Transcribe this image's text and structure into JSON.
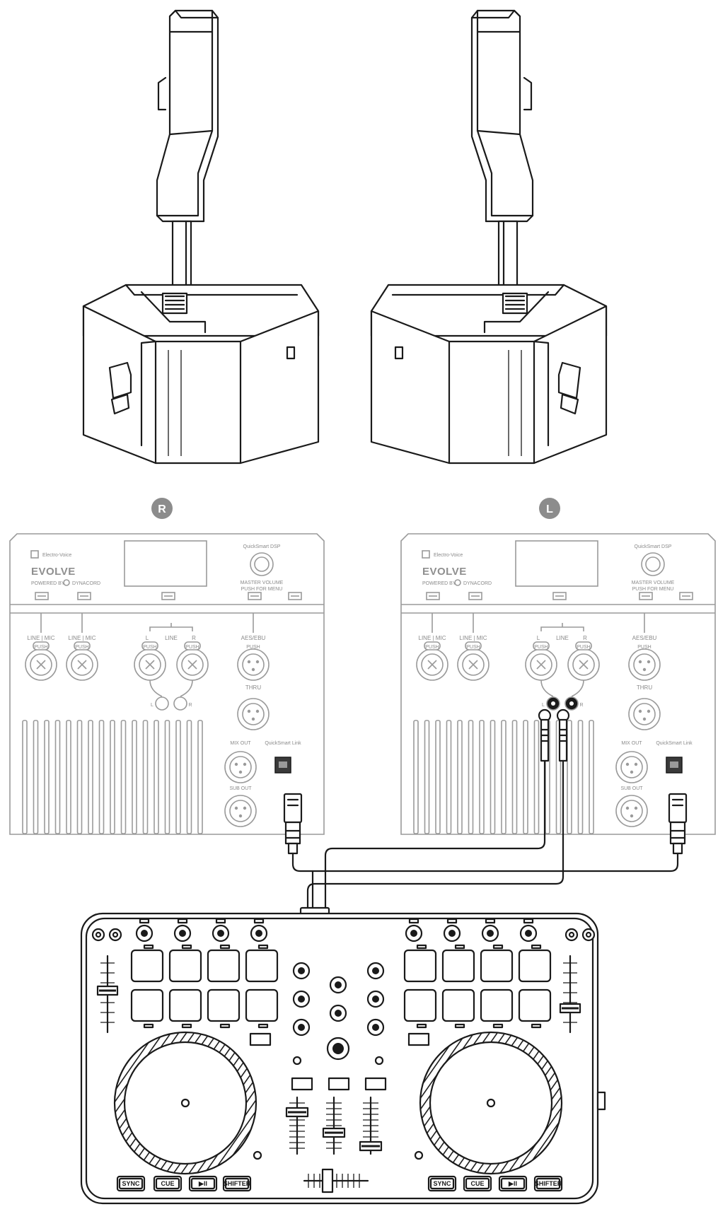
{
  "badges": {
    "right": "R",
    "left": "L"
  },
  "panel": {
    "brand_small": "Electro-Voice",
    "brand": "EVOLVE",
    "powered_by": "POWERED BY",
    "brand_dynacord": "DYNACORD",
    "knob_top": "QuickSmart DSP",
    "knob_label": "MASTER VOLUME",
    "knob_sub": "PUSH FOR MENU",
    "input_1": "LINE | MIC",
    "input_2": "LINE | MIC",
    "line_header": "LINE",
    "line_l": "L",
    "line_r": "R",
    "aes": "AES/EBU",
    "thru": "THRU",
    "mix_out": "MIX OUT",
    "sub_out": "SUB OUT",
    "link": "QuickSmart Link",
    "push": "PUSH",
    "rca_l": "L",
    "rca_r": "R"
  },
  "controller": {
    "buttons": [
      "SYNC",
      "CUE",
      "▶II",
      "SHIFTER"
    ]
  }
}
